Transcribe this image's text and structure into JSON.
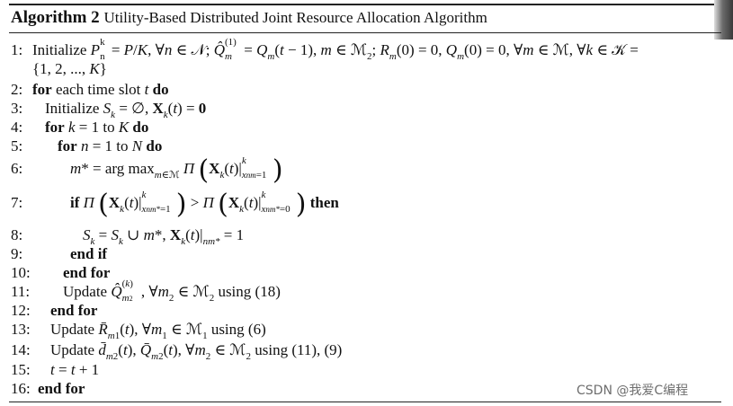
{
  "caption": {
    "label": "Algorithm 2",
    "title": "Utility-Based Distributed Joint Resource Allocation Algorithm"
  },
  "lines": [
    {
      "num": "1:",
      "text": "Initialize P_n^k = P/K, ∀n ∈ 𝒩; Q̂_m^(1) = Q_m(t − 1), m ∈ ℳ2; R_m(0) = 0, Q_m(0) = 0, ∀m ∈ ℳ, ∀k ∈ 𝒦 = {1, 2, ..., K}"
    },
    {
      "num": "2:",
      "text": "for each time slot t do"
    },
    {
      "num": "3:",
      "text": "Initialize S_k = ∅, X_k(t) = 0"
    },
    {
      "num": "4:",
      "text": "for k = 1 to K do"
    },
    {
      "num": "5:",
      "text": "for n = 1 to N do"
    },
    {
      "num": "6:",
      "text": "m* = arg max_{m∈ℳ} Π (X_k(t)|_{x_nm^k = 1})"
    },
    {
      "num": "7:",
      "text": "if Π (X_k(t)|_{x_nm*^k = 1}) > Π (X_k(t)|_{x_nm*^k = 0}) then"
    },
    {
      "num": "8:",
      "text": "S_k = S_k ∪ m*, X_k(t)|_nm* = 1"
    },
    {
      "num": "9:",
      "text": "end if"
    },
    {
      "num": "10:",
      "text": "end for"
    },
    {
      "num": "11:",
      "text": "Update Q̂_m2^(k), ∀m2 ∈ ℳ2 using (18)"
    },
    {
      "num": "12:",
      "text": "end for"
    },
    {
      "num": "13:",
      "text": "Update R̄_m1(t), ∀m1 ∈ ℳ1 using (6)"
    },
    {
      "num": "14:",
      "text": "Update d̄_m2(t), Q̄_m2(t), ∀m2 ∈ ℳ2 using (11), (9)"
    },
    {
      "num": "15:",
      "text": "t = t + 1"
    },
    {
      "num": "16:",
      "text": "end for"
    }
  ],
  "watermark": "CSDN @我爱C编程"
}
